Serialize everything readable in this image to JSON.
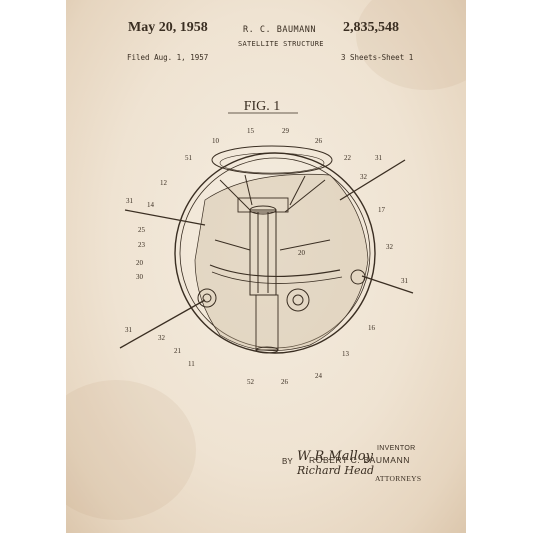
{
  "header": {
    "date": "May 20, 1958",
    "inventor_short": "R. C. BAUMANN",
    "patent_number": "2,835,548",
    "title": "SATELLITE STRUCTURE",
    "filed": "Filed Aug. 1, 1957",
    "sheets": "3 Sheets-Sheet 1"
  },
  "figure": {
    "label": "FIG. 1",
    "callouts": [
      "10",
      "15",
      "29",
      "26",
      "51",
      "22",
      "31",
      "12",
      "32",
      "14",
      "17",
      "31",
      "25",
      "23",
      "32",
      "20",
      "20",
      "30",
      "31",
      "31",
      "16",
      "32",
      "21",
      "11",
      "52",
      "26",
      "24",
      "13"
    ]
  },
  "footer": {
    "inventor_label": "INVENTOR",
    "inventor_name": "ROBERT C. BAUMANN",
    "by": "BY",
    "attorneys": "ATTORNEYS",
    "signature_1": "W R Malloy",
    "signature_2": "Richard Head"
  },
  "colors": {
    "paper": "#efe3d2",
    "ink": "#3a2e22"
  }
}
